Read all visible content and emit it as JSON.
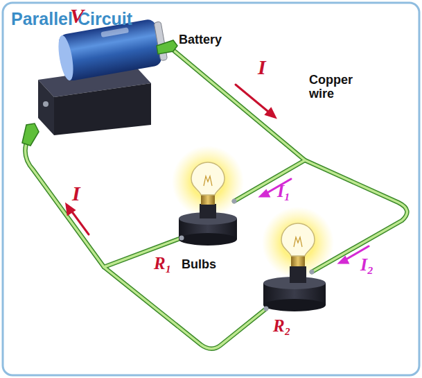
{
  "diagram": {
    "title": "Parallel Circuit",
    "labels": [
      "V",
      "Battery",
      "I",
      "Copper wire",
      "I₁",
      "I₂",
      "R₁",
      "Bulbs",
      "R₂",
      "I"
    ]
  }
}
